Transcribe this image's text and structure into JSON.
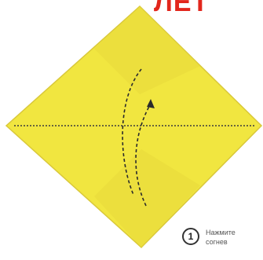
{
  "heading": {
    "fragment": "ЛЕТ"
  },
  "step": {
    "number": "1",
    "text_line_1": "Нажмите",
    "text_line_2": "согнев"
  },
  "colors": {
    "paper": "#f1e640",
    "paper_edge": "#d9c83a",
    "fold_line": "#3a3a3a",
    "heading": "#e2261c"
  },
  "icons": {
    "fold_arrow": "curved-arrow-icon",
    "crease": "dashed-fold-line"
  }
}
